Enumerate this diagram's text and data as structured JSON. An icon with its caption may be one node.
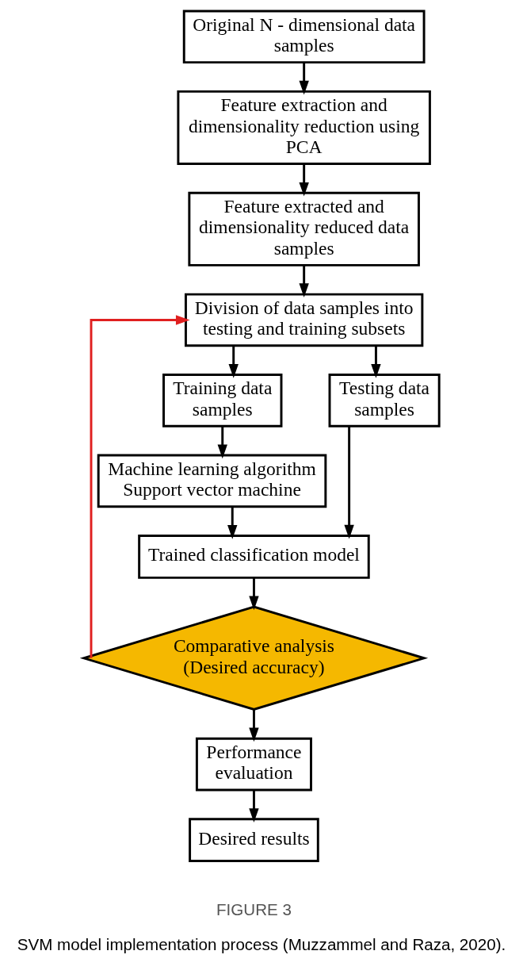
{
  "diagram": {
    "caption": "SVM model implementation process (Muzzammel and Raza, 2020).",
    "nodes": [
      {
        "text": [
          "Original N - dimensional data samples"
        ]
      },
      {
        "text": [
          "Feature extraction and dimensionality reduction using PCA"
        ]
      },
      {
        "text": [
          "Feature extracted and dimensionality reduced data samples"
        ]
      },
      {
        "text": [
          "Division of data samples into testing and training subsets"
        ]
      },
      {
        "text": [
          "Training data samples"
        ]
      },
      {
        "text": [
          "Testing data samples"
        ]
      },
      {
        "text": [
          "Machine learning algorithm Support vector machine"
        ]
      },
      {
        "text": [
          "Trained classification model"
        ]
      },
      {
        "text": [
          "Comparative analysis (Desired accuracy)"
        ]
      },
      {
        "text": [
          "Performance evaluation"
        ]
      },
      {
        "text": [
          "Desired results"
        ]
      }
    ],
    "edges": [
      {
        "from": 0,
        "to": 1,
        "arrow": "to"
      },
      {
        "from": 1,
        "to": 2,
        "arrow": "to"
      },
      {
        "from": 2,
        "to": 3,
        "arrow": "to"
      },
      {
        "from": 3,
        "to": 4,
        "arrow": "to"
      },
      {
        "from": 3,
        "to": 5,
        "arrow": "to"
      },
      {
        "from": 4,
        "to": 6,
        "arrow": "to"
      },
      {
        "from": 6,
        "to": 7,
        "arrow": "to"
      },
      {
        "from": 5,
        "to": 7,
        "arrow": "to"
      },
      {
        "from": 7,
        "to": 8,
        "arrow": "to"
      },
      {
        "from": 8,
        "to": 3,
        "arrow": "to",
        "color": "#e02020"
      },
      {
        "from": 8,
        "to": 9,
        "arrow": "to"
      },
      {
        "from": 9,
        "to": 10,
        "arrow": "to"
      }
    ],
    "labels": [
      "FIGURE 3"
    ]
  }
}
